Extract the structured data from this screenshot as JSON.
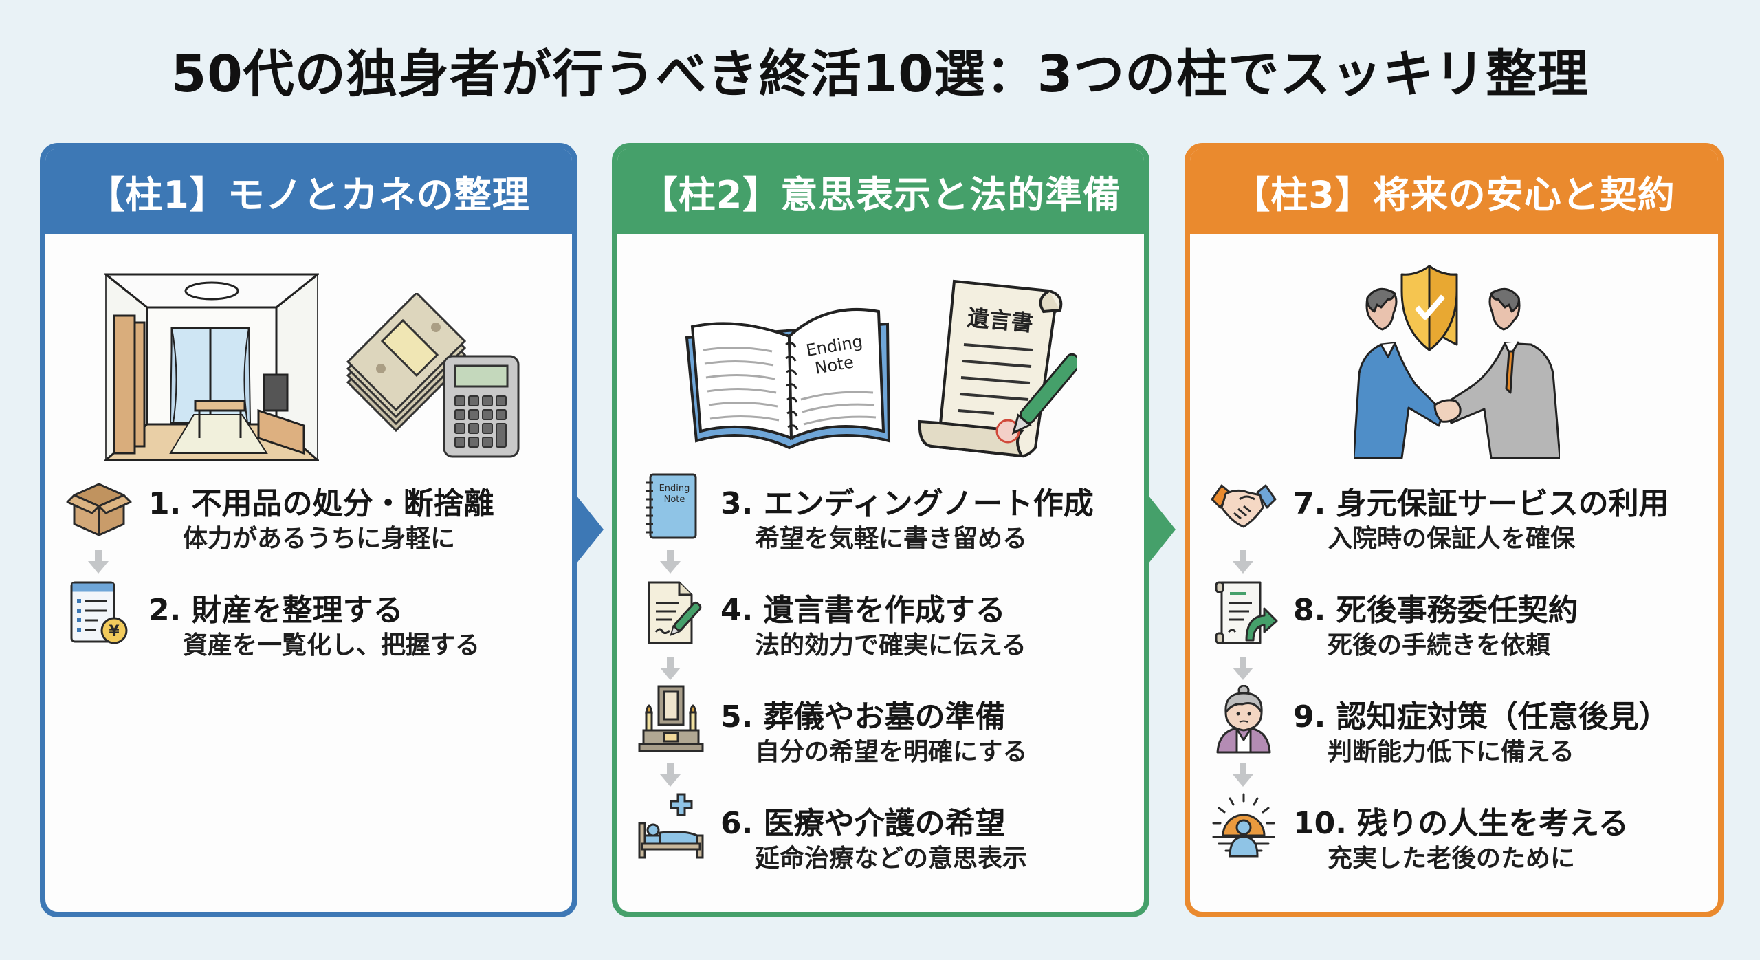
{
  "title": "50代の独身者が行うべき終活10選：3つの柱でスッキリ整理",
  "colors": {
    "background": "#e9f2f6",
    "pillar1": "#3d78b5",
    "pillar2": "#45a06a",
    "pillar3": "#ea8a2e",
    "arrow": "#c4c6c8"
  },
  "pillars": [
    {
      "heading": "【柱1】モノとカネの整理",
      "hero_icons": [
        "tidy-room-icon",
        "money-calculator-icon"
      ],
      "items": [
        {
          "title": "1. 不用品の処分・断捨離",
          "subtitle": "体力があるうちに身軽に",
          "icon": "cardboard-box-icon"
        },
        {
          "title": "2. 財産を整理する",
          "subtitle": "資産を一覧化し、把握する",
          "icon": "asset-list-yen-icon"
        }
      ]
    },
    {
      "heading": "【柱2】意思表示と法的準備",
      "hero_icons": [
        "ending-note-book-icon",
        "will-scroll-pen-icon"
      ],
      "hero_text": {
        "note": "Ending Note",
        "note_l1": "Ending",
        "note_l2": "Note",
        "will": "遺言書"
      },
      "items": [
        {
          "title": "3. エンディングノート作成",
          "subtitle": "希望を気軽に書き留める",
          "icon": "ending-note-icon"
        },
        {
          "title": "4. 遺言書を作成する",
          "subtitle": "法的効力で確実に伝える",
          "icon": "document-pen-icon"
        },
        {
          "title": "5. 葬儀やお墓の準備",
          "subtitle": "自分の希望を明確にする",
          "icon": "altar-icon"
        },
        {
          "title": "6. 医療や介護の希望",
          "subtitle": "延命治療などの意思表示",
          "icon": "hospital-bed-icon"
        }
      ]
    },
    {
      "heading": "【柱3】将来の安心と契約",
      "hero_icons": [
        "handshake-shield-icon"
      ],
      "items": [
        {
          "title": "7. 身元保証サービスの利用",
          "subtitle": "入院時の保証人を確保",
          "icon": "handshake-icon"
        },
        {
          "title": "8. 死後事務委任契約",
          "subtitle": "死後の手続きを依頼",
          "icon": "contract-forward-icon"
        },
        {
          "title": "9. 認知症対策（任意後見）",
          "subtitle": "判断能力低下に備える",
          "icon": "elderly-woman-icon"
        },
        {
          "title": "10. 残りの人生を考える",
          "subtitle": "充実した老後のために",
          "icon": "sunrise-person-icon"
        }
      ]
    }
  ]
}
